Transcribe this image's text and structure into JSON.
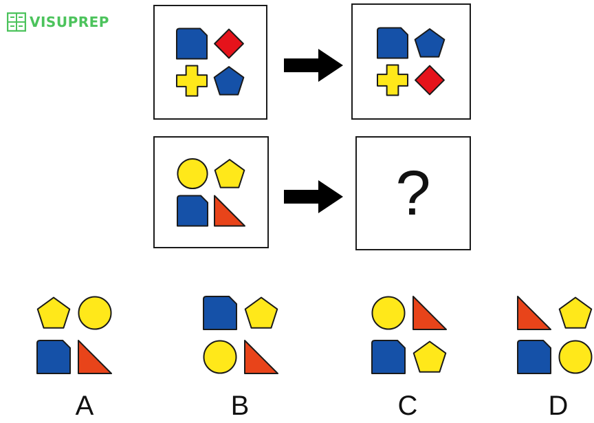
{
  "brand": {
    "name": "VISUPREP",
    "color": "#4cc35c"
  },
  "colors": {
    "blue": "#1551a8",
    "yellow": "#ffe81a",
    "red": "#e5131b",
    "orange": "#e8441a",
    "outline": "#1a1a1a"
  },
  "question": {
    "unknown_symbol": "?"
  },
  "panels": [
    {
      "id": "example-before",
      "tl": "blue-house",
      "tr": "red-diamond",
      "bl": "yellow-cross",
      "br": "blue-pentagon"
    },
    {
      "id": "example-after",
      "tl": "blue-house",
      "tr": "blue-pentagon",
      "bl": "yellow-cross",
      "br": "red-diamond"
    },
    {
      "id": "problem-before",
      "tl": "yellow-circle",
      "tr": "yellow-pentagon",
      "bl": "blue-house",
      "br": "orange-triangle"
    }
  ],
  "options": [
    {
      "label": "A",
      "tl": "yellow-pentagon",
      "tr": "yellow-circle",
      "bl": "blue-house",
      "br": "orange-triangle"
    },
    {
      "label": "B",
      "tl": "blue-house",
      "tr": "yellow-pentagon",
      "bl": "yellow-circle",
      "br": "orange-triangle"
    },
    {
      "label": "C",
      "tl": "yellow-circle",
      "tr": "orange-triangle",
      "bl": "blue-house",
      "br": "yellow-pentagon"
    },
    {
      "label": "D",
      "tl": "orange-triangle",
      "tr": "yellow-pentagon",
      "bl": "blue-house",
      "br": "yellow-circle"
    }
  ]
}
